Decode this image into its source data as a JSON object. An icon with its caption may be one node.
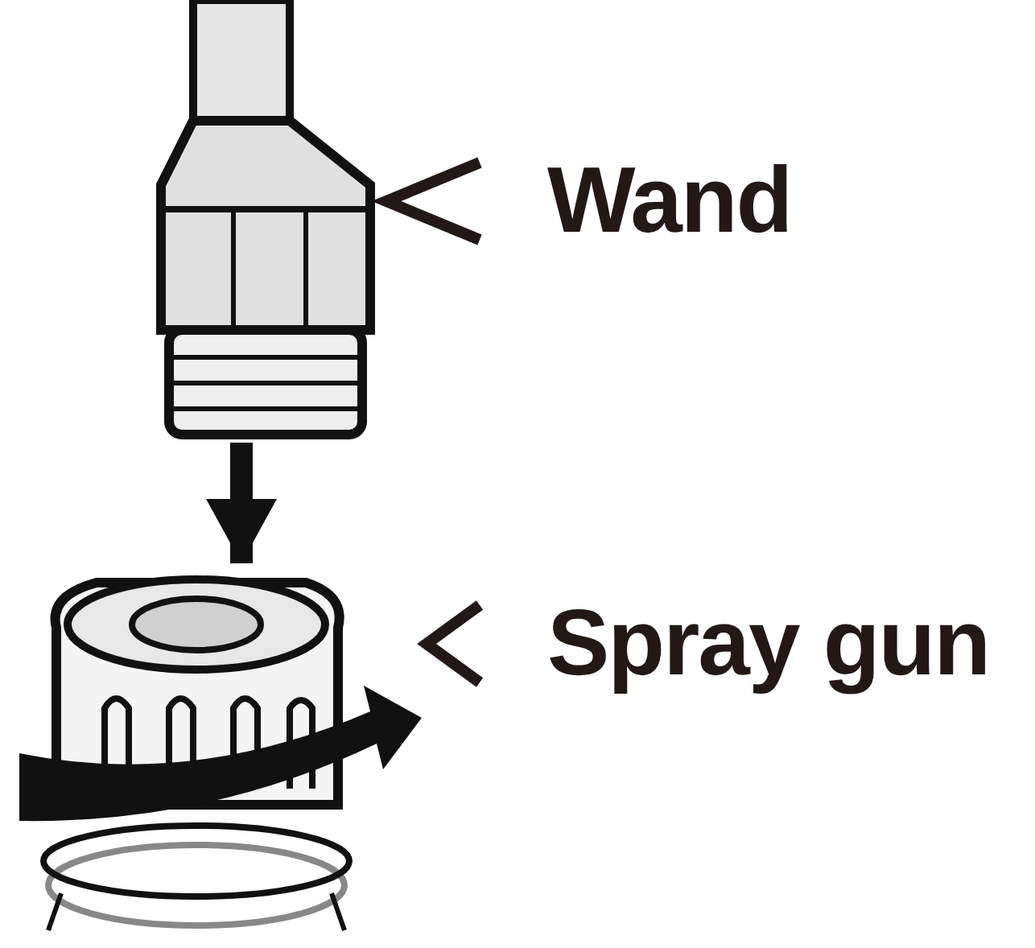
{
  "diagram": {
    "nodes": [
      {
        "text": [],
        "shape": "picture"
      },
      {
        "text": [
          "Wand"
        ]
      },
      {
        "text": [],
        "shape": "picture"
      },
      {
        "text": [
          "Spray gun"
        ]
      }
    ],
    "edges": [
      {
        "from": 1,
        "to": 0,
        "arrow": "to"
      },
      {
        "from": 0,
        "to": 2,
        "arrow": "to",
        "style": "thick"
      },
      {
        "from": 3,
        "to": 2,
        "arrow": "to"
      }
    ]
  }
}
